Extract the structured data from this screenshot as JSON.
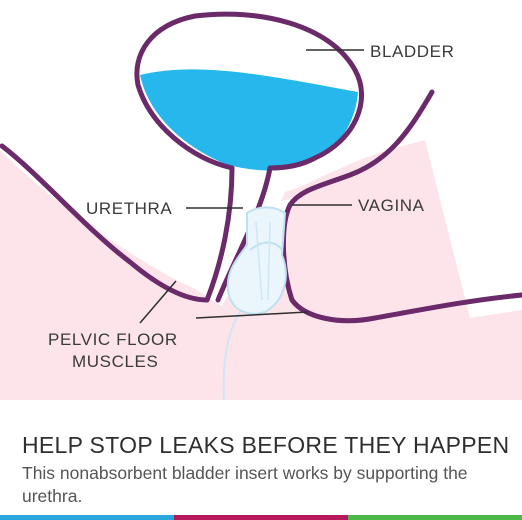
{
  "labels": {
    "bladder": "BLADDER",
    "urethra": "URETHRA",
    "vagina": "VAGINA",
    "pelvic_floor_line1": "PELVIC FLOOR",
    "pelvic_floor_line2": "MUSCLES"
  },
  "caption": {
    "headline": "HELP STOP LEAKS BEFORE THEY HAPPEN",
    "body": "This nonabsorbent bladder insert works by supporting the urethra."
  },
  "colors": {
    "outline": "#6b2a69",
    "fluid": "#26b8ec",
    "tissue": "#fde4ea",
    "stripe": [
      "#2aa6df",
      "#b6185e",
      "#4cb848"
    ]
  }
}
